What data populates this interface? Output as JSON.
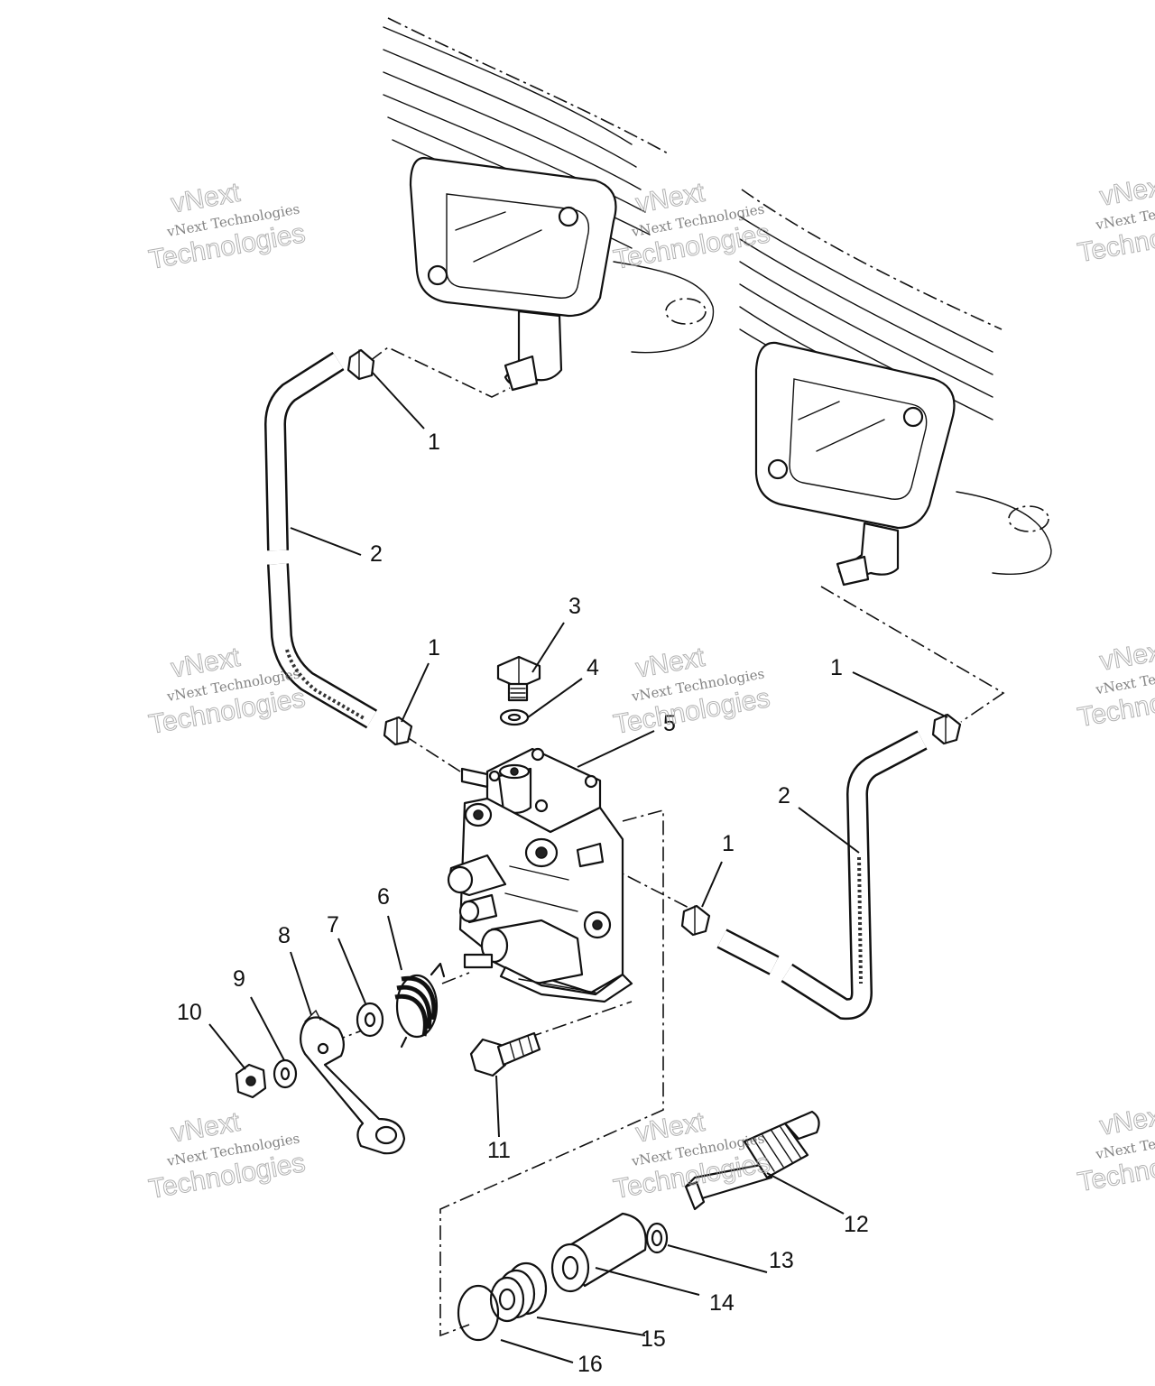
{
  "watermark": {
    "brand": "vNext",
    "company": "vNext Technologies",
    "big": "Technologies"
  },
  "callouts": {
    "c1a": "1",
    "c1b": "1",
    "c1c": "1",
    "c1d": "1",
    "c2a": "2",
    "c2b": "2",
    "c3": "3",
    "c4": "4",
    "c5": "5",
    "c6": "6",
    "c7": "7",
    "c8": "8",
    "c9": "9",
    "c10": "10",
    "c11": "11",
    "c12": "12",
    "c13": "13",
    "c14": "14",
    "c15": "15",
    "c16": "16"
  }
}
